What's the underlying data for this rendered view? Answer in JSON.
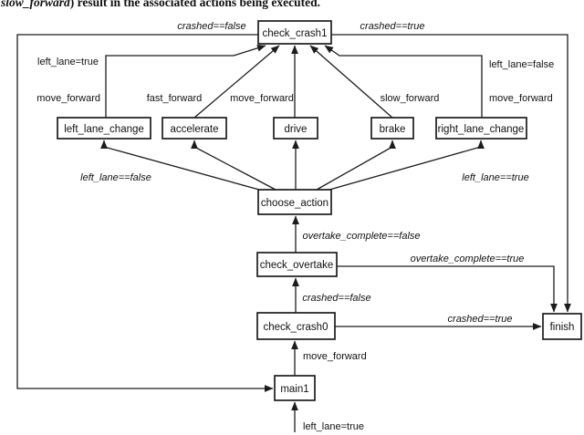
{
  "caption": {
    "prefix_italic": "slow_forward",
    "rest": ") result in the associated actions being executed."
  },
  "diagram": {
    "nodes": {
      "check_crash1": "check_crash1",
      "left_lane_change": "left_lane_change",
      "accelerate": "accelerate",
      "drive": "drive",
      "brake": "brake",
      "right_lane_change": "right_lane_change",
      "choose_action": "choose_action",
      "check_overtake": "check_overtake",
      "check_crash0": "check_crash0",
      "finish": "finish",
      "main1": "main1"
    },
    "edge_labels": {
      "crashed_false_top": "crashed==false",
      "crashed_true_top": "crashed==true",
      "left_lane_true_action": "left_lane=true",
      "move_forward_left": "move_forward",
      "fast_forward": "fast_forward",
      "move_forward_center": "move_forward",
      "slow_forward": "slow_forward",
      "left_lane_false_action": "left_lane=false",
      "move_forward_right": "move_forward",
      "guard_left_lane_false": "left_lane==false",
      "guard_left_lane_true": "left_lane==true",
      "overtake_complete_false": "overtake_complete==false",
      "overtake_complete_true": "overtake_complete==true",
      "crashed_false_lower": "crashed==false",
      "crashed_true_lower": "crashed==true",
      "move_forward_bottom": "move_forward",
      "left_lane_true_start": "left_lane=true"
    },
    "colors": {
      "line": "#1c1c1c",
      "text": "#111111",
      "background": "#ffffff"
    }
  }
}
